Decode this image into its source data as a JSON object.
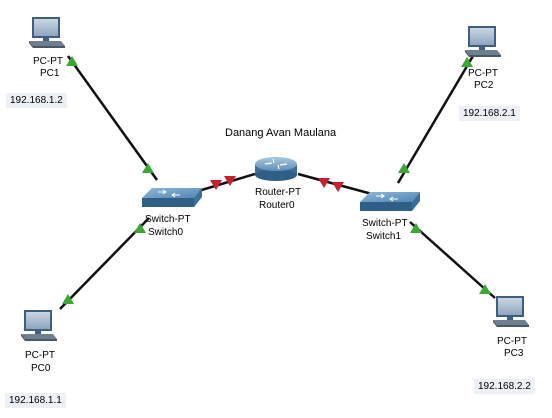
{
  "diagram": {
    "title": "Danang Avan Maulana",
    "devices": {
      "pc1": {
        "type": "PC-PT",
        "name": "PC1",
        "ip": "192.168.1.2"
      },
      "pc0": {
        "type": "PC-PT",
        "name": "PC0",
        "ip": "192.168.1.1"
      },
      "pc2": {
        "type": "PC-PT",
        "name": "PC2",
        "ip": "192.168.2.1"
      },
      "pc3": {
        "type": "PC-PT",
        "name": "PC3",
        "ip": "192.168.2.2"
      },
      "switch0": {
        "type": "Switch-PT",
        "name": "Switch0"
      },
      "switch1": {
        "type": "Switch-PT",
        "name": "Switch1"
      },
      "router0": {
        "type": "Router-PT",
        "name": "Router0"
      }
    },
    "links": [
      {
        "from": "pc1",
        "to": "switch0",
        "status": "up"
      },
      {
        "from": "pc0",
        "to": "switch0",
        "status": "up"
      },
      {
        "from": "pc2",
        "to": "switch1",
        "status": "up"
      },
      {
        "from": "pc3",
        "to": "switch1",
        "status": "up"
      },
      {
        "from": "switch0",
        "to": "router0",
        "status": "down"
      },
      {
        "from": "router0",
        "to": "switch1",
        "status": "down"
      }
    ],
    "colors": {
      "link": "#111111",
      "status_up": "#3aa832",
      "status_down": "#cc1f2e",
      "device_body": "#5f8fb4",
      "ip_background": "#eef0f8"
    }
  }
}
